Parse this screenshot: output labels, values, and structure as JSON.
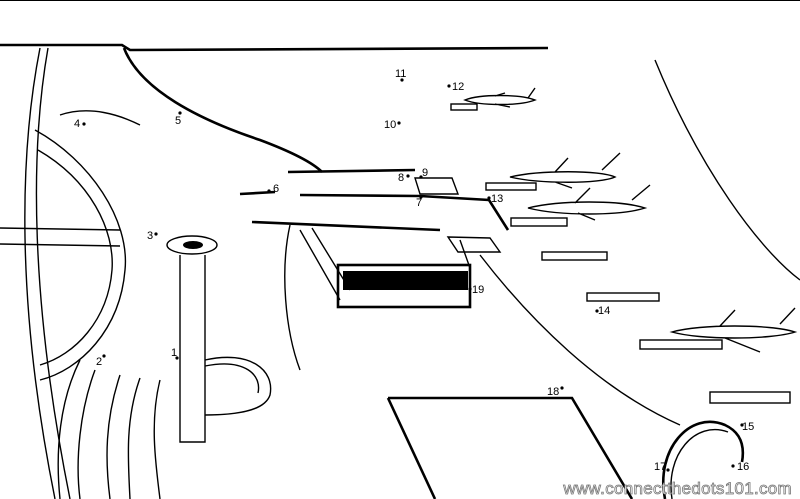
{
  "title": "Connect the dots airport drawing",
  "dots": [
    {
      "label": "1"
    },
    {
      "label": "2"
    },
    {
      "label": "3"
    },
    {
      "label": "4"
    },
    {
      "label": "5"
    },
    {
      "label": "6"
    },
    {
      "label": "7"
    },
    {
      "label": "8"
    },
    {
      "label": "9"
    },
    {
      "label": "10"
    },
    {
      "label": "11"
    },
    {
      "label": "12"
    },
    {
      "label": "13"
    },
    {
      "label": "14"
    },
    {
      "label": "15"
    },
    {
      "label": "16"
    },
    {
      "label": "17"
    },
    {
      "label": "18"
    },
    {
      "label": "19"
    }
  ],
  "watermark": "www.connectthedots101.com",
  "colors": {
    "line": "#000000",
    "background": "#ffffff"
  }
}
